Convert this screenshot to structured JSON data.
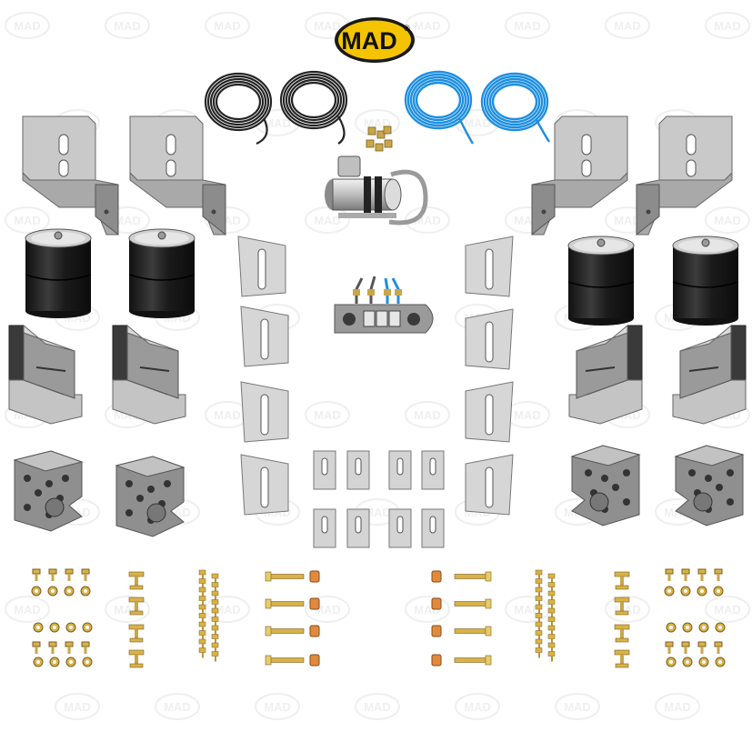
{
  "brand": {
    "logo_text": "MAD",
    "registered_mark": "®",
    "watermark_text": "MAD",
    "logo_color": "#f5c400",
    "logo_outline": "#1a1a1a"
  },
  "colors": {
    "hose_black": "#2a2a2a",
    "hose_blue": "#1e8fe0",
    "bracket_grey": "#c8c8c8",
    "bellow_black": "#1c1c1c",
    "brass": "#d9b24a",
    "copper": "#e08a3c"
  },
  "components": [
    {
      "name": "black-air-hose-coil",
      "count": 2
    },
    {
      "name": "blue-air-hose-coil",
      "count": 2
    },
    {
      "name": "compressor",
      "count": 1
    },
    {
      "name": "control-panel",
      "count": 1
    },
    {
      "name": "upper-bracket",
      "count": 4
    },
    {
      "name": "air-bellow",
      "count": 4
    },
    {
      "name": "lower-bracket",
      "count": 4
    },
    {
      "name": "axle-adapter-plate",
      "count": 4
    },
    {
      "name": "spacer-plate",
      "count": 8
    },
    {
      "name": "small-clamp-plate",
      "count": 8
    },
    {
      "name": "bolt-set",
      "count": 1
    }
  ]
}
